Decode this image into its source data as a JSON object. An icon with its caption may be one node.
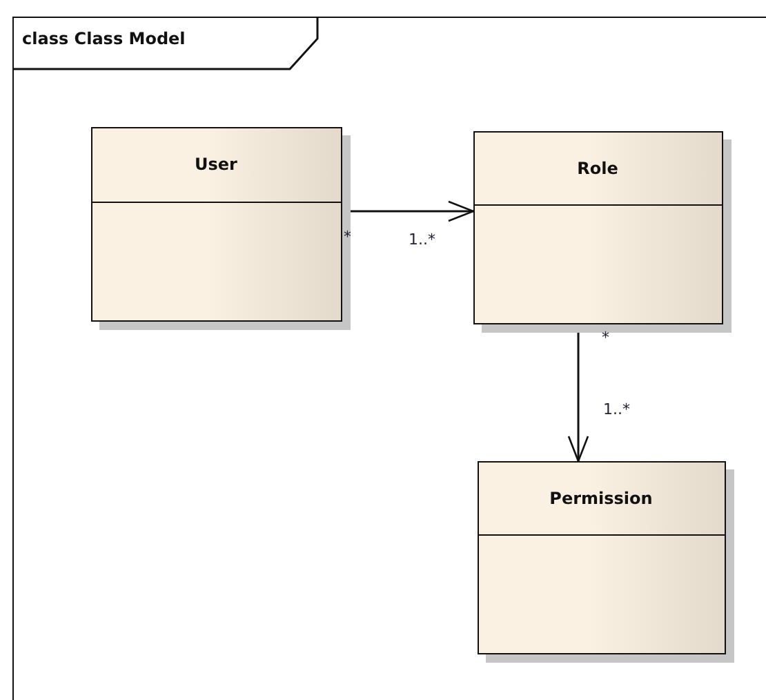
{
  "diagram": {
    "nodes": [
      {
        "text": [
          "class Class Model"
        ]
      },
      {
        "text": [
          "User"
        ],
        "in": 0
      },
      {
        "text": [
          "Role"
        ],
        "in": 0
      },
      {
        "text": [
          "Permission"
        ],
        "in": 0
      }
    ],
    "edges": [
      {
        "from": 1,
        "to": 2,
        "arrow": "to"
      },
      {
        "from": 2,
        "to": 3,
        "arrow": "to"
      }
    ],
    "labels": [
      "*",
      "1..*",
      "*",
      "1..*"
    ]
  }
}
